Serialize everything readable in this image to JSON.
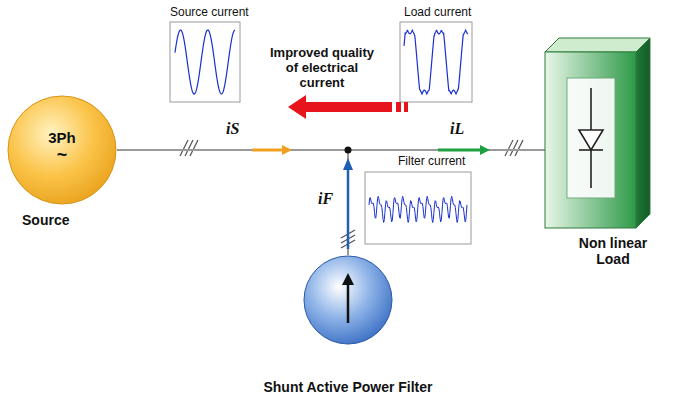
{
  "diagram": {
    "nodes": [
      {
        "text": [
          "3Ph",
          "~",
          "Source"
        ]
      },
      {
        "text": [
          "Non linear Load"
        ]
      },
      {
        "text": [
          "Shunt Active Power Filter"
        ]
      }
    ],
    "edges": [
      {
        "from": 0,
        "to": 1,
        "arrow": "none"
      }
    ],
    "labels": [
      "Source current",
      "Load current",
      "Improved quality of electrical current",
      "Filter current",
      "iS",
      "iL",
      "iF"
    ]
  }
}
